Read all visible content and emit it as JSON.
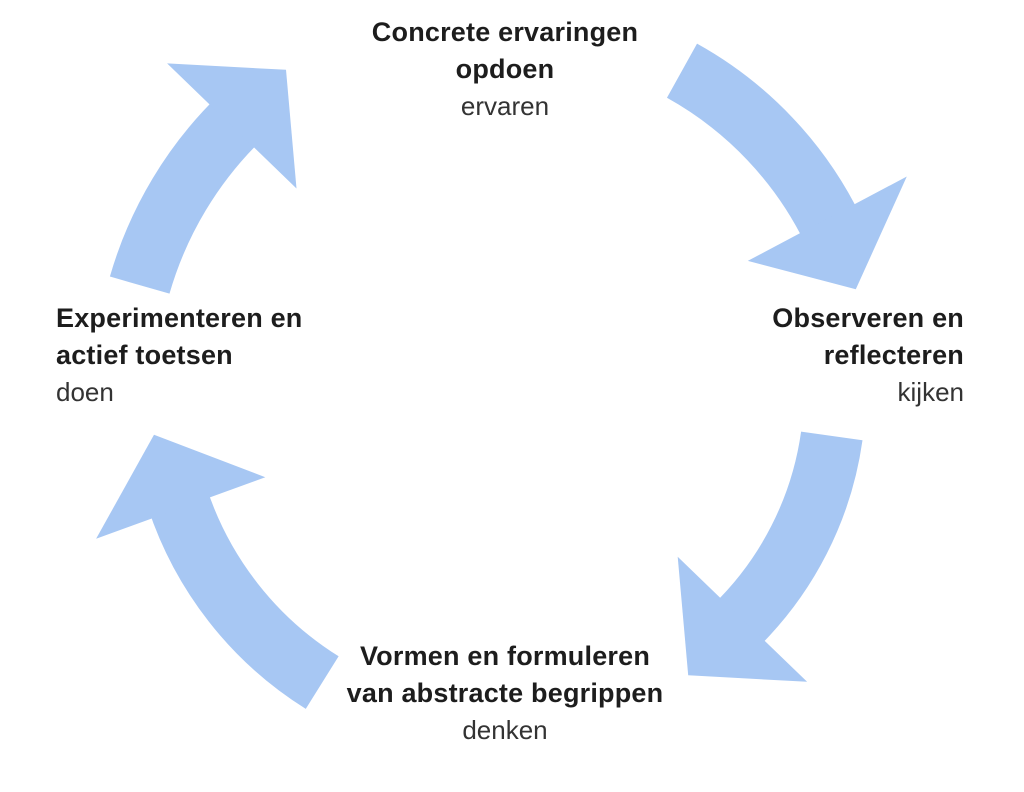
{
  "diagram": {
    "background_color": "#ffffff",
    "arrow_color": "#a7c7f3",
    "stages": [
      {
        "position": "top",
        "title_lines": [
          "Concrete ervaringen",
          "opdoen"
        ],
        "subtitle": "ervaren"
      },
      {
        "position": "right",
        "title_lines": [
          "Observeren en",
          "reflecteren"
        ],
        "subtitle": "kijken"
      },
      {
        "position": "bottom",
        "title_lines": [
          "Vormen en formuleren",
          "van abstracte begrippen"
        ],
        "subtitle": "denken"
      },
      {
        "position": "left",
        "title_lines": [
          "Experimenteren en",
          "actief toetsen"
        ],
        "subtitle": "doen"
      }
    ]
  }
}
